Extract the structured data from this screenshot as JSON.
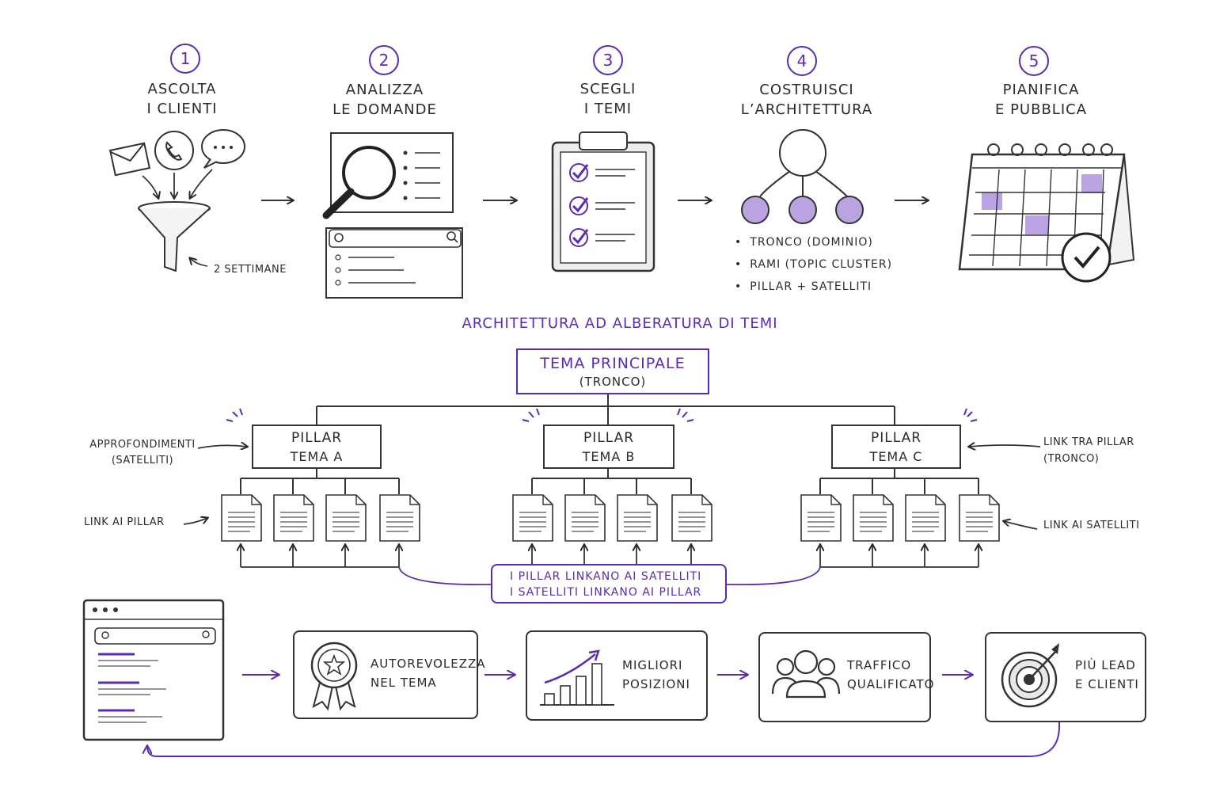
{
  "steps": [
    {
      "num": "1",
      "title": "ASCOLTA\nI CLIENTI",
      "icon": "funnel-icon"
    },
    {
      "num": "2",
      "title": "ANALIZZA\nLE DOMANDE",
      "icon": "magnifier-icon"
    },
    {
      "num": "3",
      "title": "SCEGLI\nI TEMI",
      "icon": "clipboard-icon"
    },
    {
      "num": "4",
      "title": "COSTRUISCI\nL’ARCHITETTURA",
      "icon": "tree-icon"
    },
    {
      "num": "5",
      "title": "PIANIFICA\nE PUBBLICA",
      "icon": "calendar-icon"
    }
  ],
  "step1_note": "2 SETTIMANE",
  "step4_bullets": [
    "TRONCO (DOMINIO)",
    "RAMI (TOPIC CLUSTER)",
    "PILLAR + SATELLITI"
  ],
  "architecture": {
    "title": "ARCHITETTURA AD ALBERATURA DI TEMI",
    "root": {
      "line1": "TEMA PRINCIPALE",
      "line2": "(TRONCO)"
    },
    "pillars": [
      {
        "line1": "PILLAR",
        "line2": "TEMA A"
      },
      {
        "line1": "PILLAR",
        "line2": "TEMA B"
      },
      {
        "line1": "PILLAR",
        "line2": "TEMA C"
      }
    ],
    "annotations": {
      "left_top": "APPROFONDIMENTI\n(SATELLITI)",
      "left_bottom": "LINK AI PILLAR",
      "right_top": "LINK TRA PILLAR\n(TRONCO)",
      "right_bottom": "LINK AI SATELLITI"
    },
    "linking_note": {
      "line1": "I PILLAR LINKANO AI SATELLITI",
      "line2": "I SATELLITI LINKANO AI PILLAR"
    }
  },
  "results": [
    {
      "label": "AUTOREVOLEZZA\nNEL TEMA",
      "icon": "award-ribbon-icon"
    },
    {
      "label": "MIGLIORI\nPOSIZIONI",
      "icon": "growth-chart-icon"
    },
    {
      "label": "TRAFFICO\nQUALIFICATO",
      "icon": "people-group-icon"
    },
    {
      "label": "PIÙ LEAD\nE CLIENTI",
      "icon": "target-icon"
    }
  ],
  "colors": {
    "accent": "#5b2bb5",
    "accent_fill": "#b9a3e0",
    "ink": "#2b2b2b"
  }
}
